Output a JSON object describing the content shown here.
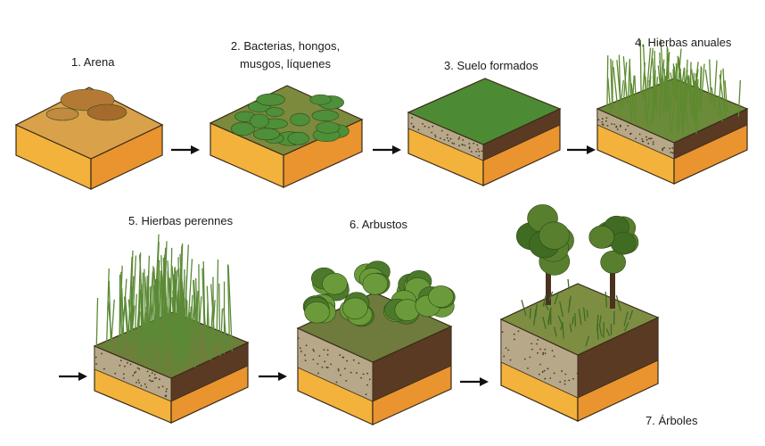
{
  "stages": [
    {
      "label": "1. Arena"
    },
    {
      "label_line1": "2. Bacterias, hongos,",
      "label_line2": "musgos, líquenes"
    },
    {
      "label": "3. Suelo formados"
    },
    {
      "label": "4. Hierbas anuales"
    },
    {
      "label": "5. Hierbas perennes"
    },
    {
      "label": "6. Arbustos"
    },
    {
      "label": "7. Árboles"
    }
  ],
  "colors": {
    "sand_top": "#d9a24a",
    "sand_side": "#e9942f",
    "sand_front": "#f2b23c",
    "soil_gray": "#b7a88a",
    "soil_dark": "#5a3a23",
    "moss": "#4e8f3a",
    "grass": "#5d8a2f",
    "tree": "#3f6b22"
  }
}
